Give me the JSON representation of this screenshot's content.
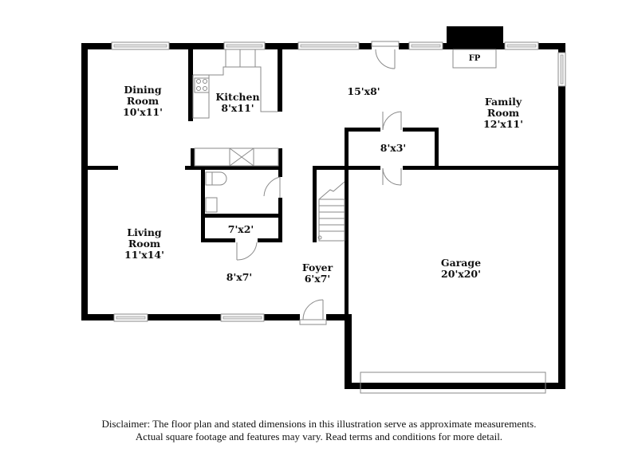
{
  "floor_plan": {
    "rooms": [
      {
        "id": "dining",
        "name_line1": "Dining",
        "name_line2": "Room",
        "dims": "10'x11'"
      },
      {
        "id": "kitchen",
        "name_line1": "Kitchen",
        "dims": "8'x11'"
      },
      {
        "id": "breakfast",
        "dims": "15'x8'"
      },
      {
        "id": "family",
        "name_line1": "Family",
        "name_line2": "Room",
        "dims": "12'x11'"
      },
      {
        "id": "fireplace",
        "name_line1": "FP"
      },
      {
        "id": "laundry",
        "dims": "8'x3'"
      },
      {
        "id": "living",
        "name_line1": "Living",
        "name_line2": "Room",
        "dims": "11'x14'"
      },
      {
        "id": "closet",
        "dims": "7'x2'"
      },
      {
        "id": "hall",
        "dims": "8'x7'"
      },
      {
        "id": "foyer",
        "name_line1": "Foyer",
        "dims": "6'x7'"
      },
      {
        "id": "garage",
        "name_line1": "Garage",
        "dims": "20'x20'"
      }
    ]
  },
  "disclaimer": {
    "line1": "Disclaimer: The floor plan and stated dimensions in this illustration serve as approximate measurements.",
    "line2": "Actual square footage and features may vary. Read terms and conditions for more detail."
  }
}
